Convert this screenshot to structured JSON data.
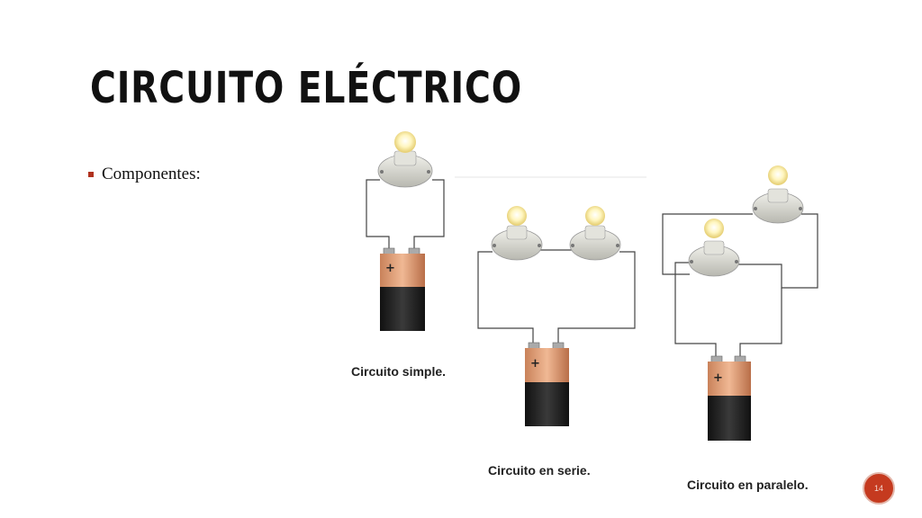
{
  "slide": {
    "title": "CIRCUITO ELÉCTRICO",
    "bullets": [
      "Componentes:"
    ],
    "page_number": "14"
  },
  "diagrams": {
    "simple_caption": "Circuito  simple.",
    "series_caption": "Circuito en serie.",
    "parallel_caption": "Circuito en paralelo.",
    "battery_plus": "+"
  },
  "colors": {
    "accent": "#c53a1f",
    "battery_top": "#e0a07a",
    "battery_bottom": "#1c1c1c",
    "bulb_glow": "#fff3b0",
    "socket": "#d9d9d2"
  }
}
